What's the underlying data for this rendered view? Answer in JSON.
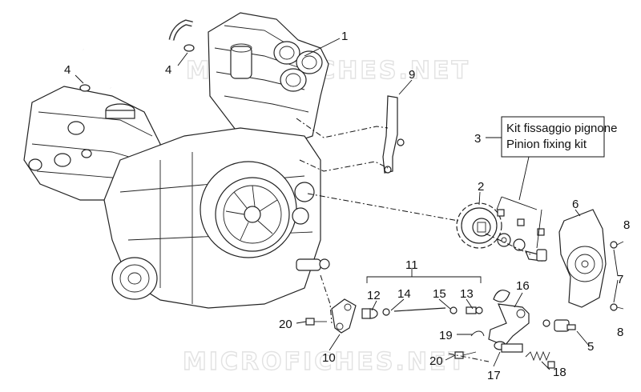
{
  "watermark_top": "MICROFICHES.NET",
  "watermark_bottom": "MICROFICHES.NET",
  "kit_box": {
    "line1": "Kit fissaggio pignone",
    "line2": "Pinion fixing kit"
  },
  "callouts": [
    "1",
    "2",
    "3",
    "4",
    "4",
    "5",
    "6",
    "7",
    "8",
    "8",
    "9",
    "10",
    "11",
    "12",
    "13",
    "14",
    "15",
    "16",
    "17",
    "18",
    "19",
    "20",
    "20"
  ]
}
